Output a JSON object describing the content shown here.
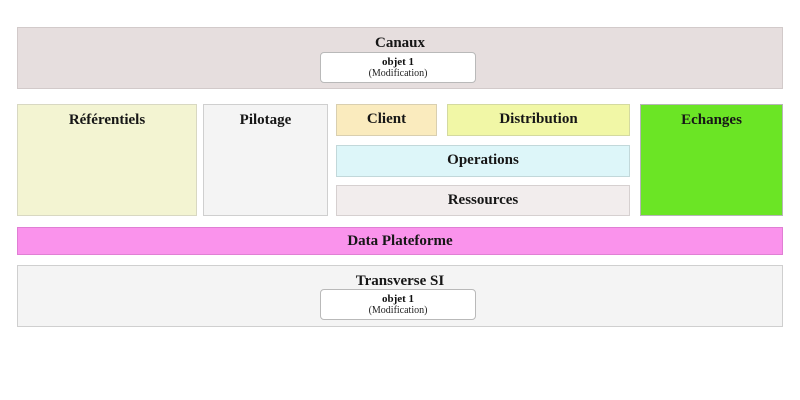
{
  "diagram": {
    "bands": {
      "canaux": {
        "title": "Canaux",
        "color": "#E6DEDE",
        "card": {
          "name": "objet 1",
          "state": "(Modification)"
        }
      },
      "data_plateforme": {
        "title": "Data Plateforme",
        "color": "#FA93EC"
      },
      "transverse": {
        "title": "Transverse SI",
        "color": "#F4F4F4",
        "card": {
          "name": "objet 1",
          "state": "(Modification)"
        }
      }
    },
    "middle_row": {
      "referentiels": {
        "title": "Référentiels",
        "color": "#F3F4D2"
      },
      "pilotage": {
        "title": "Pilotage",
        "color": "#F4F4F4"
      },
      "client": {
        "title": "Client",
        "color": "#FAEBBE"
      },
      "distribution": {
        "title": "Distribution",
        "color": "#F1F7A6"
      },
      "operations": {
        "title": "Operations",
        "color": "#DDF6F9"
      },
      "ressources": {
        "title": "Ressources",
        "color": "#F2EDED"
      },
      "echanges": {
        "title": "Echanges",
        "color": "#6BE525"
      }
    }
  }
}
